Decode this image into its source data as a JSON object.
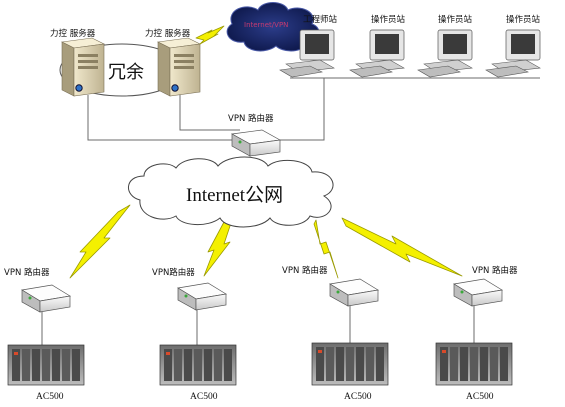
{
  "servers": {
    "left_label": "力控 服务器",
    "right_label": "力控 服务器",
    "redundancy_label": "冗余"
  },
  "cloud_top": {
    "label": "Internet/VPN"
  },
  "workstations": [
    {
      "label": "工程师站"
    },
    {
      "label": "操作员站"
    },
    {
      "label": "操作员站"
    },
    {
      "label": "操作员站"
    }
  ],
  "central_router": {
    "label": "VPN 路由器"
  },
  "internet": {
    "label": "Internet公网"
  },
  "sites": [
    {
      "router_label": "VPN 路由器",
      "plc_label": "AC500"
    },
    {
      "router_label": "VPN路由器",
      "plc_label": "AC500"
    },
    {
      "router_label": "VPN 路由器",
      "plc_label": "AC500"
    },
    {
      "router_label": "VPN 路由器",
      "plc_label": "AC500"
    }
  ],
  "colors": {
    "line": "#6b6b6b",
    "lightning_fill": "#f4f000",
    "lightning_stroke": "#9a9a00",
    "cloud_top": "#1a2a6a",
    "server_body": "#d9cfb0",
    "router_body": "#e8e8e8",
    "plc_body": "#9a9a9a"
  }
}
